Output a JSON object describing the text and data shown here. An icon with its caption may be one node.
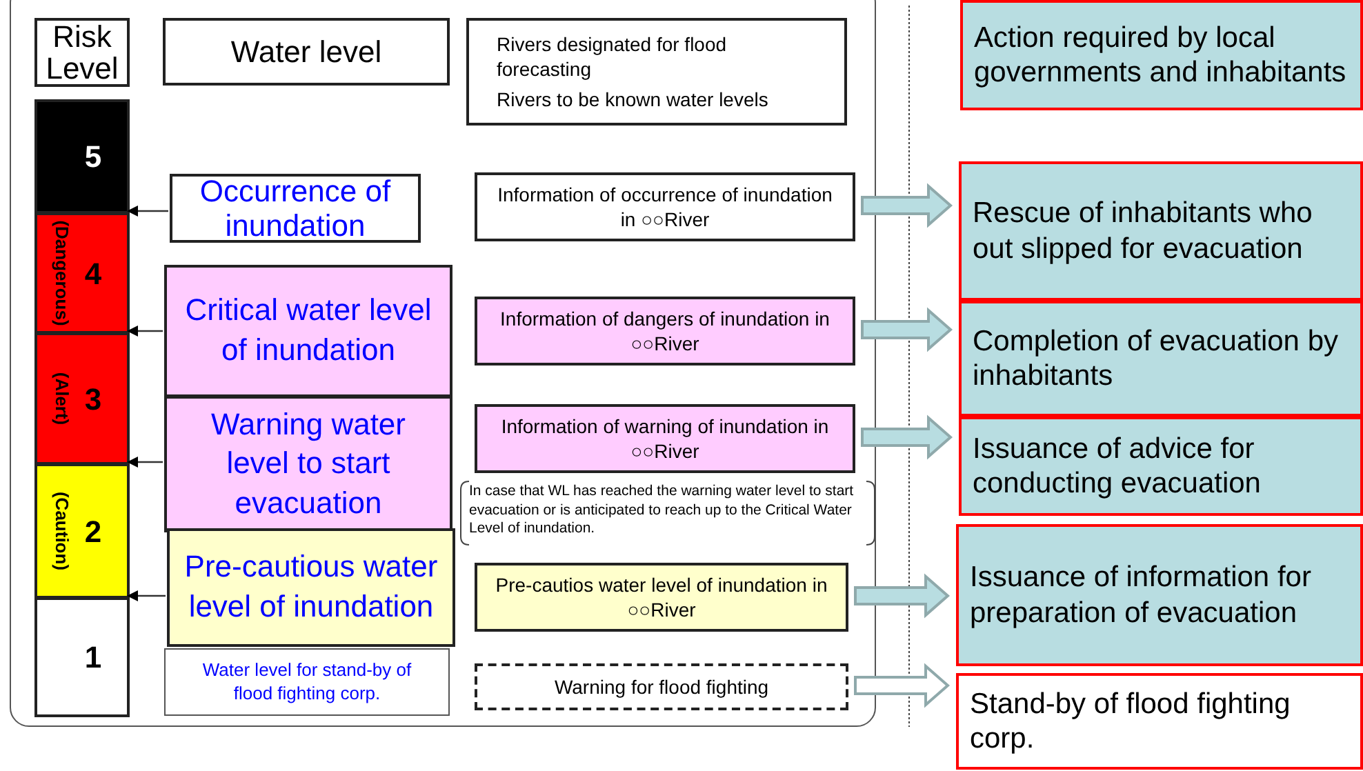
{
  "diagram": {
    "nodes": [
      {
        "text": [],
        "shape": "box"
      },
      {
        "text": [
          "Risk Level"
        ],
        "in": 0
      },
      {
        "text": [
          "Water level"
        ],
        "in": 0
      },
      {
        "text": [
          "Rivers designated for flood forecasting",
          "Rivers to be known water levels"
        ],
        "in": 0
      },
      {
        "text": [
          "5"
        ],
        "in": 0
      },
      {
        "text": [
          "4",
          "(Dangerous)"
        ],
        "in": 0
      },
      {
        "text": [
          "3",
          "(Alert)"
        ],
        "in": 0
      },
      {
        "text": [
          "2",
          "(Caution)"
        ],
        "in": 0
      },
      {
        "text": [
          "1"
        ],
        "in": 0
      },
      {
        "text": [
          "Occurrence of inundation"
        ],
        "in": 0
      },
      {
        "text": [
          "Critical water level of inundation"
        ],
        "in": 0
      },
      {
        "text": [
          "Warning water level to start evacuation"
        ],
        "in": 0
      },
      {
        "text": [
          "Pre-cautious water level of inundation"
        ],
        "in": 0
      },
      {
        "text": [
          "Water level for stand-by of flood fighting corp."
        ],
        "in": 0
      },
      {
        "text": [
          "Information of occurrence of inundation in ○○River"
        ],
        "in": 0
      },
      {
        "text": [
          "Information of dangers of inundation in ○○River"
        ],
        "in": 0
      },
      {
        "text": [
          "Information of warning of inundation in ○○River"
        ],
        "in": 0
      },
      {
        "text": [
          "Pre-cautios water level of inundation in ○○River"
        ],
        "in": 0
      },
      {
        "text": [
          "Warning for flood fighting"
        ],
        "in": 0
      },
      {
        "text": [
          "Action required by local governments and inhabitants"
        ]
      },
      {
        "text": [
          "Rescue of inhabitants who out slipped for evacuation"
        ]
      },
      {
        "text": [
          "Completion of evacuation by inhabitants"
        ]
      },
      {
        "text": [
          "Issuance of advice for conducting evacuation"
        ]
      },
      {
        "text": [
          "Issuance of information for preparation of evacuation"
        ]
      },
      {
        "text": [
          "Stand-by of flood fighting corp."
        ]
      }
    ],
    "edges": [
      {
        "from": 9,
        "to": 5,
        "arrow": "to"
      },
      {
        "from": 10,
        "to": 6,
        "arrow": "to"
      },
      {
        "from": 11,
        "to": 7,
        "arrow": "to"
      },
      {
        "from": 12,
        "to": 8,
        "arrow": "to"
      },
      {
        "from": 14,
        "to": 20,
        "arrow": "to",
        "style": "thick"
      },
      {
        "from": 15,
        "to": 21,
        "arrow": "to",
        "style": "thick"
      },
      {
        "from": 16,
        "to": 22,
        "arrow": "to",
        "style": "thick"
      },
      {
        "from": 17,
        "to": 23,
        "arrow": "to",
        "style": "thick"
      },
      {
        "from": 18,
        "to": 24,
        "arrow": "to",
        "style": "thick",
        "color": "#ffffff"
      }
    ],
    "labels": [
      "In case that WL has reached the warning water level to start evacuation or is anticipated to reach up to the Critical Water Level of inundation."
    ]
  }
}
